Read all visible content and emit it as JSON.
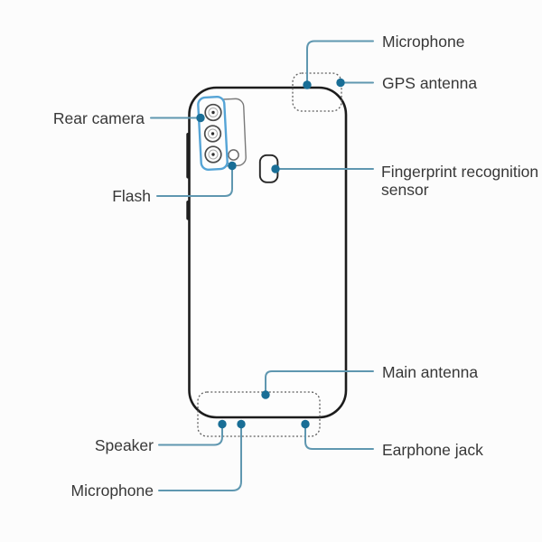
{
  "diagram": {
    "labels": {
      "microphone_top": "Microphone",
      "gps_antenna": "GPS antenna",
      "rear_camera": "Rear camera",
      "flash": "Flash",
      "fingerprint_sensor": "Fingerprint recognition sensor",
      "main_antenna": "Main antenna",
      "speaker": "Speaker",
      "microphone_bottom": "Microphone",
      "earphone_jack": "Earphone jack"
    },
    "colors": {
      "callout_line": "#5f97b0",
      "marker_dot": "#196e96",
      "camera_highlight": "#55a4d6",
      "outline": "#1c1c1c",
      "text": "#383838",
      "dashed_region": "#5e5e5e",
      "background": "#fcfcfc"
    }
  }
}
